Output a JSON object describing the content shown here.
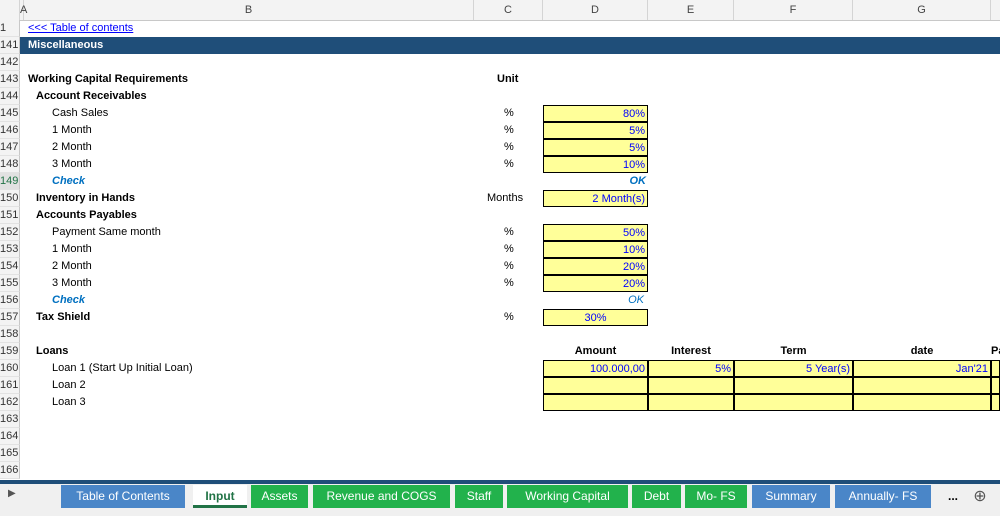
{
  "columns": [
    "A",
    "B",
    "C",
    "D",
    "E",
    "F",
    "G"
  ],
  "toc_link": "<<< Table of contents",
  "section_title": "Miscellaneous",
  "rows": [
    "1",
    "141",
    "142",
    "143",
    "144",
    "145",
    "146",
    "147",
    "148",
    "149",
    "150",
    "151",
    "152",
    "153",
    "154",
    "155",
    "156",
    "157",
    "158",
    "159",
    "160",
    "161",
    "162",
    "163",
    "164",
    "165",
    "166"
  ],
  "wc": {
    "title": "Working Capital Requirements",
    "unit_header": "Unit",
    "ar_title": "Account Receivables",
    "ar_items": [
      {
        "label": "Cash Sales",
        "unit": "%",
        "value": "80%"
      },
      {
        "label": "1 Month",
        "unit": "%",
        "value": "5%"
      },
      {
        "label": "2 Month",
        "unit": "%",
        "value": "5%"
      },
      {
        "label": "3 Month",
        "unit": "%",
        "value": "10%"
      }
    ],
    "check_label": "Check",
    "check_value": "OK",
    "inventory_label": "Inventory in Hands",
    "inventory_unit": "Months",
    "inventory_value": "2 Month(s)",
    "ap_title": "Accounts Payables",
    "ap_items": [
      {
        "label": "Payment Same month",
        "unit": "%",
        "value": "50%"
      },
      {
        "label": "1 Month",
        "unit": "%",
        "value": "10%"
      },
      {
        "label": "2 Month",
        "unit": "%",
        "value": "20%"
      },
      {
        "label": "3 Month",
        "unit": "%",
        "value": "20%"
      }
    ],
    "check2_label": "Check",
    "check2_value": "OK",
    "tax_label": "Tax Shield",
    "tax_unit": "%",
    "tax_value": "30%"
  },
  "loans": {
    "title": "Loans",
    "headers": {
      "amount": "Amount",
      "interest": "Interest",
      "term": "Term",
      "date": "date",
      "extra": "Pa"
    },
    "items": [
      {
        "label": "Loan 1 (Start Up Initial Loan)",
        "amount": "100.000,00",
        "interest": "5%",
        "term": "5 Year(s)",
        "date": "Jan'21"
      },
      {
        "label": "Loan 2",
        "amount": "",
        "interest": "",
        "term": "",
        "date": ""
      },
      {
        "label": "Loan 3",
        "amount": "",
        "interest": "",
        "term": "",
        "date": ""
      }
    ]
  },
  "tabs": [
    "Table of Contents",
    "Input",
    "Assets",
    "Revenue and COGS",
    "Staff",
    "Working Capital",
    "Debt",
    "Mo- FS",
    "Summary",
    "Annually- FS"
  ],
  "tab_more": "...",
  "tab_add": "⊕",
  "tab_nav": "▶",
  "colors": {
    "header_band": "#1f4e79",
    "input_fill": "#ffff99",
    "tab_green": "#22b24c",
    "tab_blue": "#4a86c8"
  }
}
